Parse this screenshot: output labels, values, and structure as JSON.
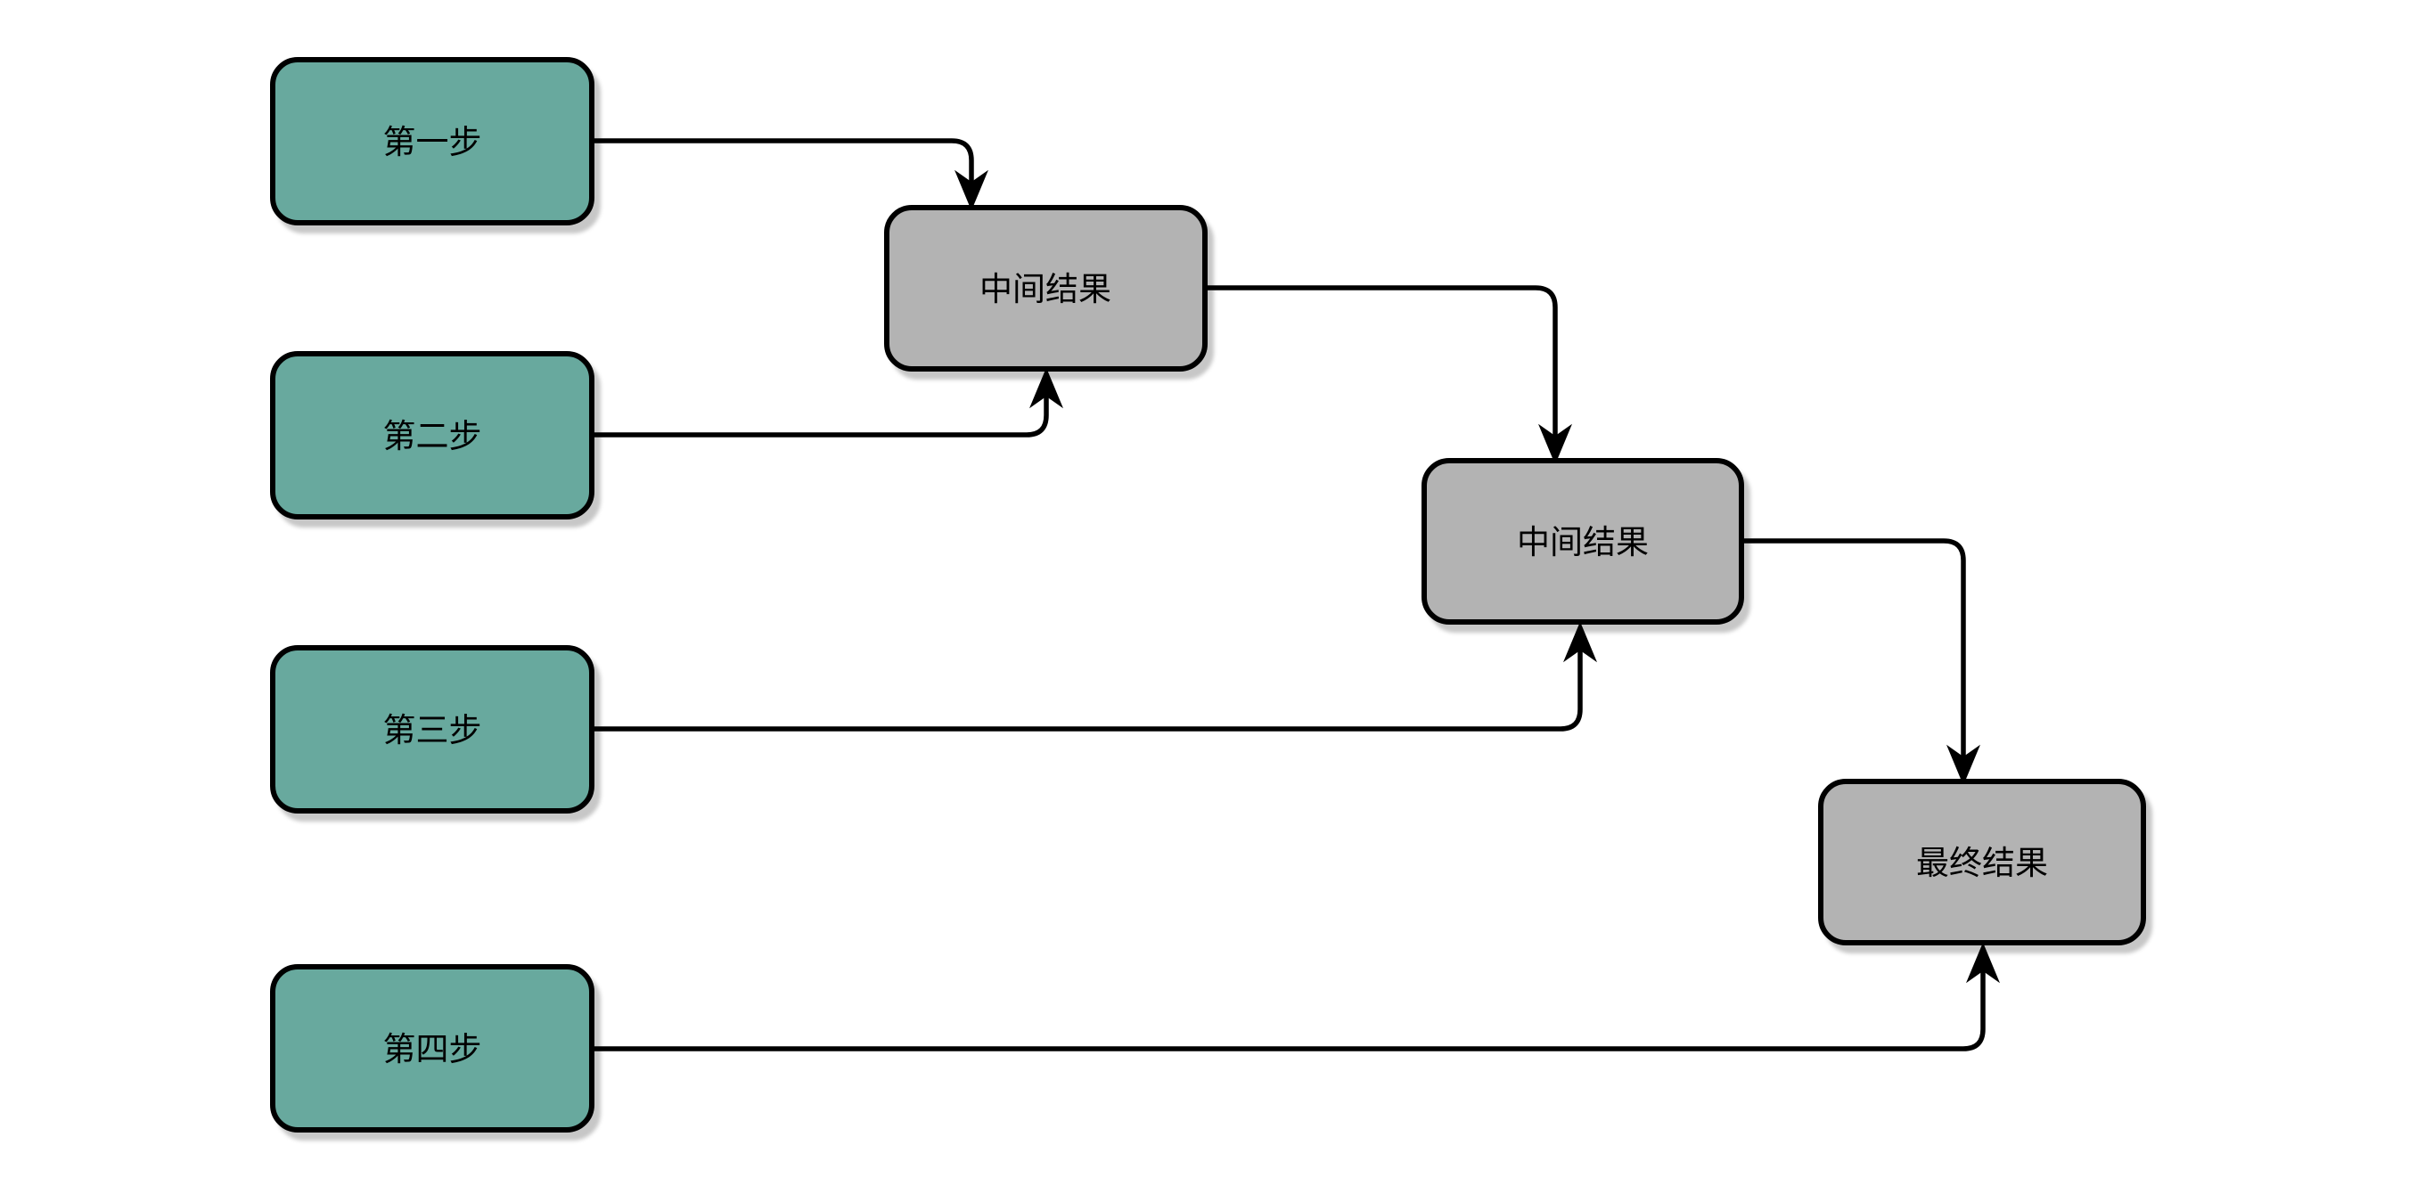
{
  "diagram": {
    "title": "",
    "background": "#ffffff",
    "colors": {
      "step_fill": "#68a99e",
      "result_fill": "#b3b3b3",
      "border": "#000000",
      "line": "#000000",
      "text": "#000000",
      "shadow": "#c9c9c9"
    },
    "nodes": [
      {
        "id": "step1",
        "label": "第一步",
        "kind": "step"
      },
      {
        "id": "step2",
        "label": "第二步",
        "kind": "step"
      },
      {
        "id": "step3",
        "label": "第三步",
        "kind": "step"
      },
      {
        "id": "step4",
        "label": "第四步",
        "kind": "step"
      },
      {
        "id": "mid1",
        "label": "中间结果",
        "kind": "result"
      },
      {
        "id": "mid2",
        "label": "中间结果",
        "kind": "result"
      },
      {
        "id": "final",
        "label": "最终结果",
        "kind": "result"
      }
    ],
    "edges": [
      {
        "from": "step1",
        "to": "mid1",
        "arrow": "into-top"
      },
      {
        "from": "step2",
        "to": "mid1",
        "arrow": "into-bottom"
      },
      {
        "from": "mid1",
        "to": "mid2",
        "arrow": "into-top"
      },
      {
        "from": "step3",
        "to": "mid2",
        "arrow": "into-bottom"
      },
      {
        "from": "mid2",
        "to": "final",
        "arrow": "into-top"
      },
      {
        "from": "step4",
        "to": "final",
        "arrow": "into-bottom"
      }
    ]
  }
}
